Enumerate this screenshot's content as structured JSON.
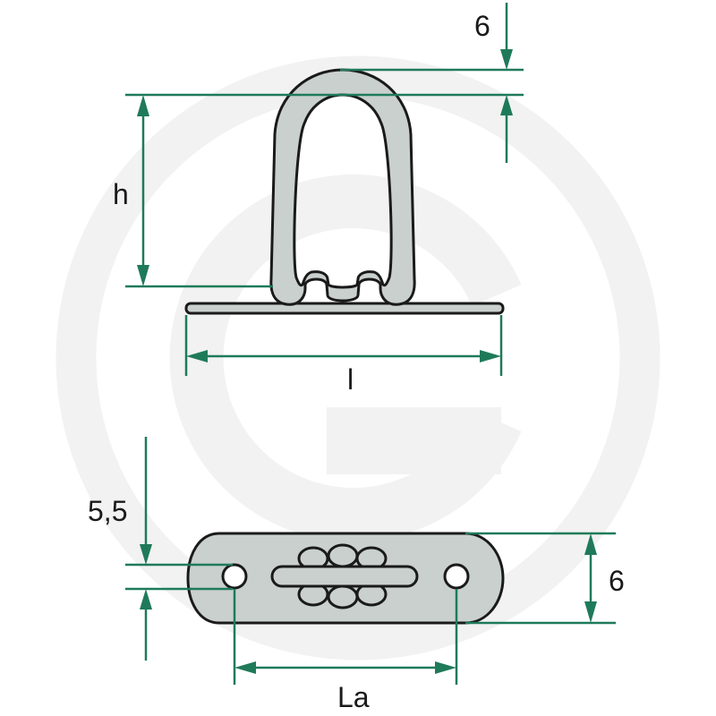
{
  "colors": {
    "part_fill": "#c9d0ce",
    "outline": "#1a1a1a",
    "dimension": "#1f7a5a",
    "watermark": "#f1f2f1"
  },
  "labels": {
    "top_thickness": "6",
    "height": "h",
    "length": "l",
    "hole_diameter": "5,5",
    "width": "6",
    "hole_spacing": "La"
  },
  "watermark": {
    "icon": "g-logo-watermark"
  }
}
